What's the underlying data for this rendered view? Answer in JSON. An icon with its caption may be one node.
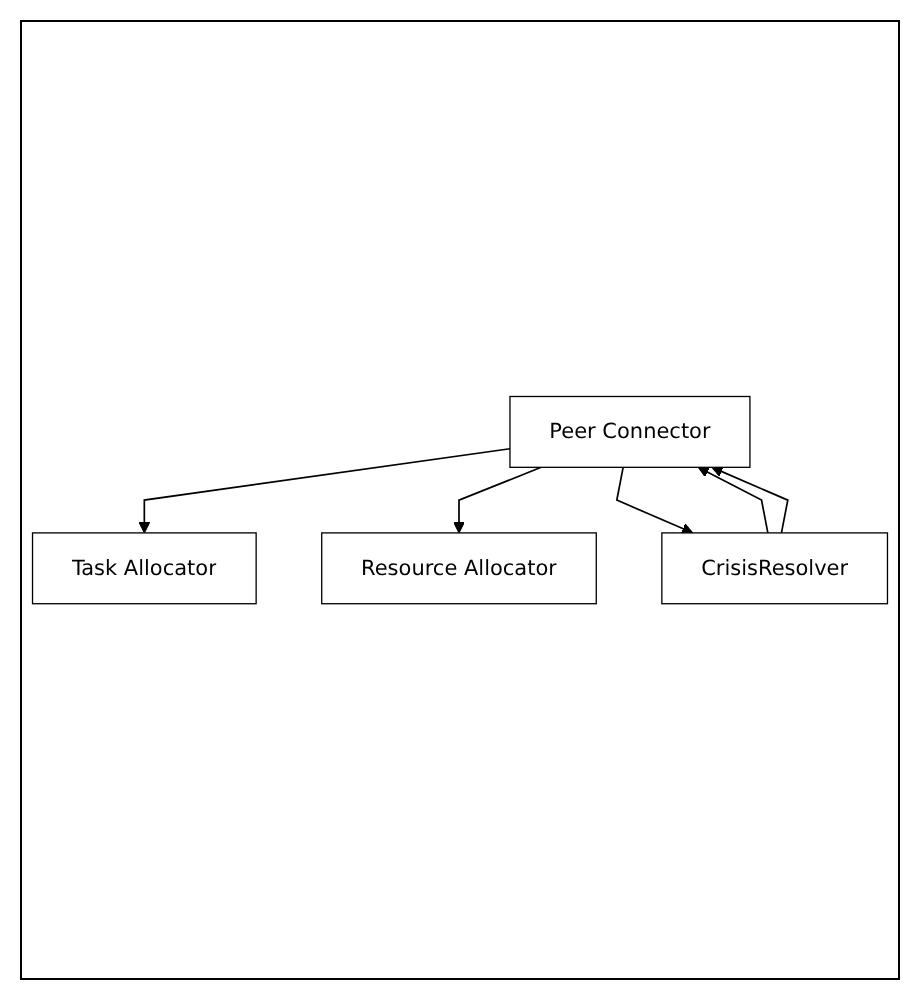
{
  "diagram": {
    "nodes": [
      {
        "text": [
          "Task Allocator"
        ]
      },
      {
        "text": [
          "Resource Allocator"
        ]
      },
      {
        "text": [
          "Peer Connector"
        ]
      },
      {
        "text": [
          "CrisisResolver"
        ]
      }
    ],
    "edges": [
      {
        "from": 2,
        "to": 0,
        "arrow": "to"
      },
      {
        "from": 2,
        "to": 1,
        "arrow": "to"
      },
      {
        "from": 2,
        "to": 3,
        "arrow": "to"
      },
      {
        "from": 3,
        "to": 2,
        "arrow": "to"
      },
      {
        "from": 3,
        "to": 2,
        "arrow": "to"
      }
    ]
  }
}
